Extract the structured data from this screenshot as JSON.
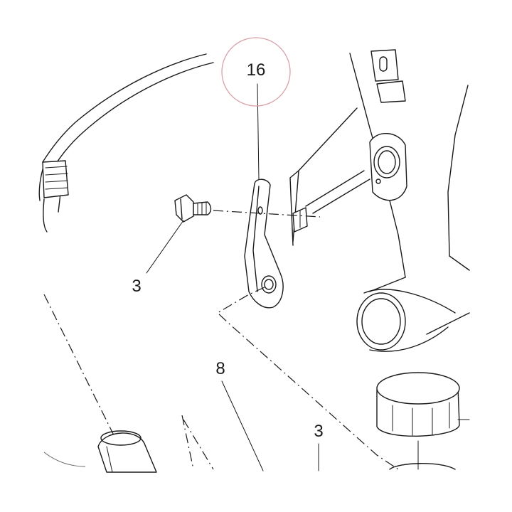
{
  "callouts": {
    "highlighted": {
      "label": "16"
    },
    "bolt_left": {
      "label": "3"
    },
    "part_lower": {
      "label": "8"
    },
    "bolt_lower": {
      "label": "3"
    }
  },
  "colors": {
    "highlight_circle": "#d9a0a8",
    "line": "#1a1a1a",
    "background": "#ffffff"
  }
}
